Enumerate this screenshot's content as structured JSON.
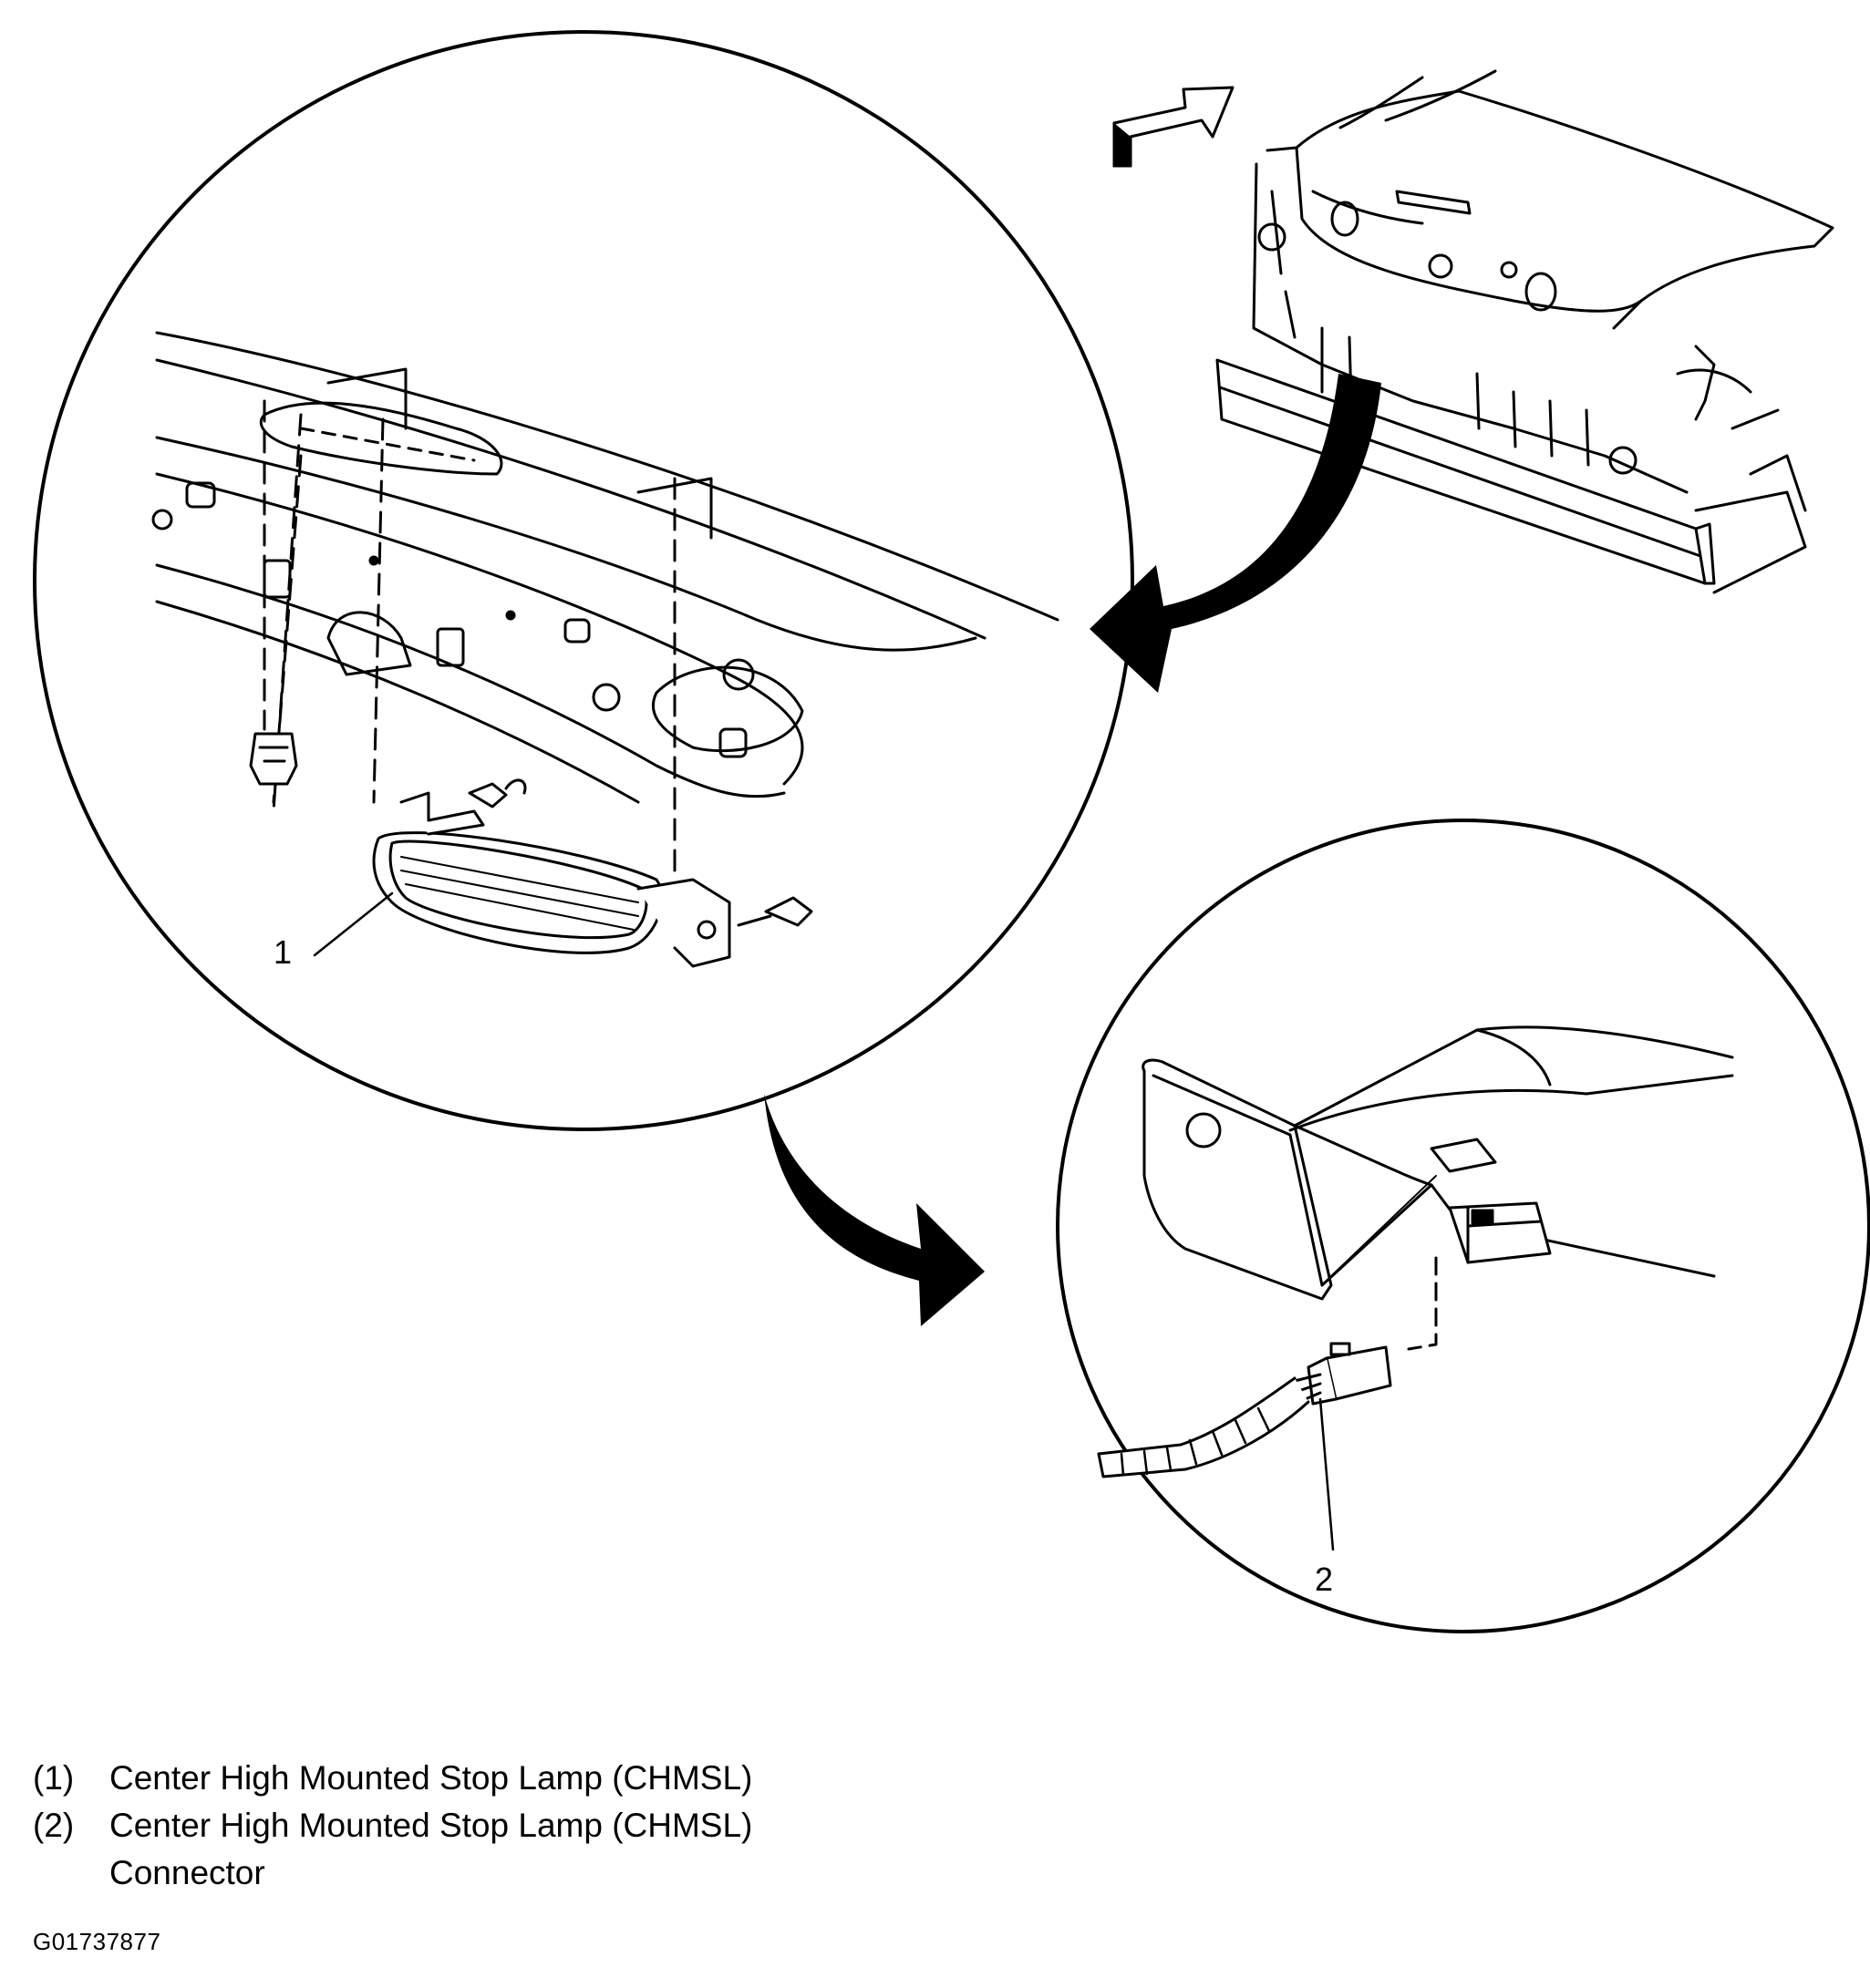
{
  "callouts": [
    {
      "number": "1"
    },
    {
      "number": "2"
    }
  ],
  "legend": [
    {
      "marker": "(1)",
      "lines": [
        "Center High Mounted Stop Lamp (CHMSL)"
      ]
    },
    {
      "marker": "(2)",
      "lines": [
        "Center High Mounted Stop Lamp (CHMSL)",
        "Connector"
      ]
    }
  ],
  "figure_id": "G01737877"
}
